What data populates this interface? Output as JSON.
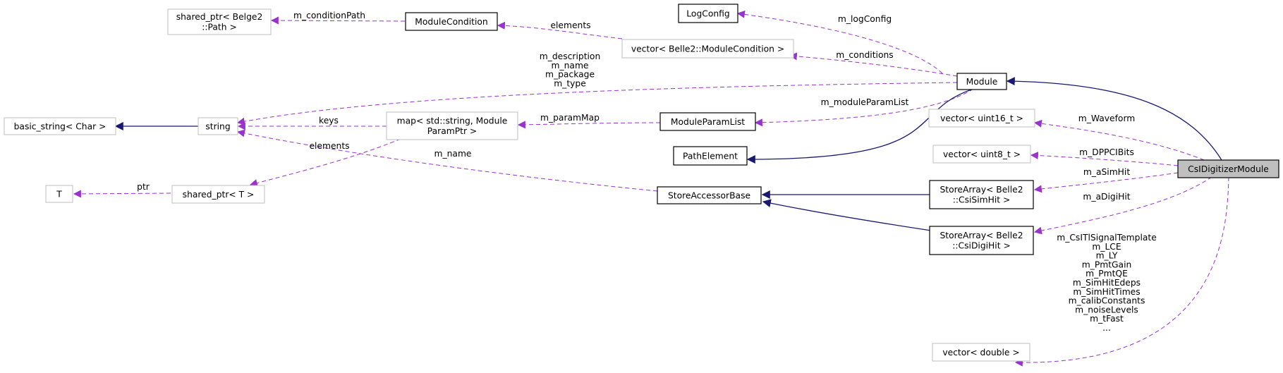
{
  "colors": {
    "usage_edge": "#9a32cd",
    "inheritance_edge": "#191970",
    "focus_fill": "#bfbfbf",
    "undocumented_border": "#bfbfbf",
    "documented_border": "#000000"
  },
  "nodes": {
    "sp_path": {
      "lines": [
        "shared_ptr< Belge2",
        "::Path >"
      ],
      "style": "plain"
    },
    "module_condition": {
      "lines": [
        "ModuleCondition"
      ],
      "style": "doc"
    },
    "log_config": {
      "lines": [
        "LogConfig"
      ],
      "style": "doc"
    },
    "vector_modcond": {
      "lines": [
        "vector< Belle2::ModuleCondition >"
      ],
      "style": "plain"
    },
    "module": {
      "lines": [
        "Module"
      ],
      "style": "doc"
    },
    "basic_string": {
      "lines": [
        "basic_string< Char >"
      ],
      "style": "plain"
    },
    "string": {
      "lines": [
        "string"
      ],
      "style": "plain"
    },
    "map_param": {
      "lines": [
        "map< std::string, Module",
        "ParamPtr >"
      ],
      "style": "plain"
    },
    "module_param_list": {
      "lines": [
        "ModuleParamList"
      ],
      "style": "doc"
    },
    "vector_uint16": {
      "lines": [
        "vector< uint16_t >"
      ],
      "style": "plain"
    },
    "path_element": {
      "lines": [
        "PathElement"
      ],
      "style": "doc"
    },
    "vector_uint8": {
      "lines": [
        "vector< uint8_t >"
      ],
      "style": "plain"
    },
    "csi_digitizer": {
      "lines": [
        "CsIDigitizerModule"
      ],
      "style": "focus"
    },
    "t": {
      "lines": [
        "T"
      ],
      "style": "plain"
    },
    "shared_ptr_t": {
      "lines": [
        "shared_ptr< T >"
      ],
      "style": "plain"
    },
    "store_accessor": {
      "lines": [
        "StoreAccessorBase"
      ],
      "style": "doc"
    },
    "store_sim": {
      "lines": [
        "StoreArray< Belle2",
        "::CsiSimHit >"
      ],
      "style": "doc"
    },
    "store_digi": {
      "lines": [
        "StoreArray< Belle2",
        "::CsiDigiHit >"
      ],
      "style": "doc"
    },
    "vector_double": {
      "lines": [
        "vector< double >"
      ],
      "style": "plain"
    }
  },
  "edge_labels": {
    "condition_path": [
      "m_conditionPath"
    ],
    "elements_top": [
      "elements"
    ],
    "log_config": [
      "m_logConfig"
    ],
    "conditions": [
      "m_conditions"
    ],
    "string_members": [
      "m_description",
      "m_name",
      "m_package",
      "m_type"
    ],
    "module_param_list": [
      "m_moduleParamList"
    ],
    "keys": [
      "keys"
    ],
    "param_map": [
      "m_paramMap"
    ],
    "elements_map": [
      "elements"
    ],
    "waveform": [
      "m_Waveform"
    ],
    "name": [
      "m_name"
    ],
    "dppci": [
      "m_DPPCIBits"
    ],
    "a_sim_hit": [
      "m_aSimHit"
    ],
    "ptr": [
      "ptr"
    ],
    "a_digi_hit": [
      "m_aDigiHit"
    ],
    "doubles": [
      "m_CsITlSignalTemplate",
      "m_LCE",
      "m_LY",
      "m_PmtGain",
      "m_PmtQE",
      "m_SimHitEdeps",
      "m_SimHitTimes",
      "m_calibConstants",
      "m_noiseLevels",
      "m_tFast",
      "..."
    ]
  }
}
